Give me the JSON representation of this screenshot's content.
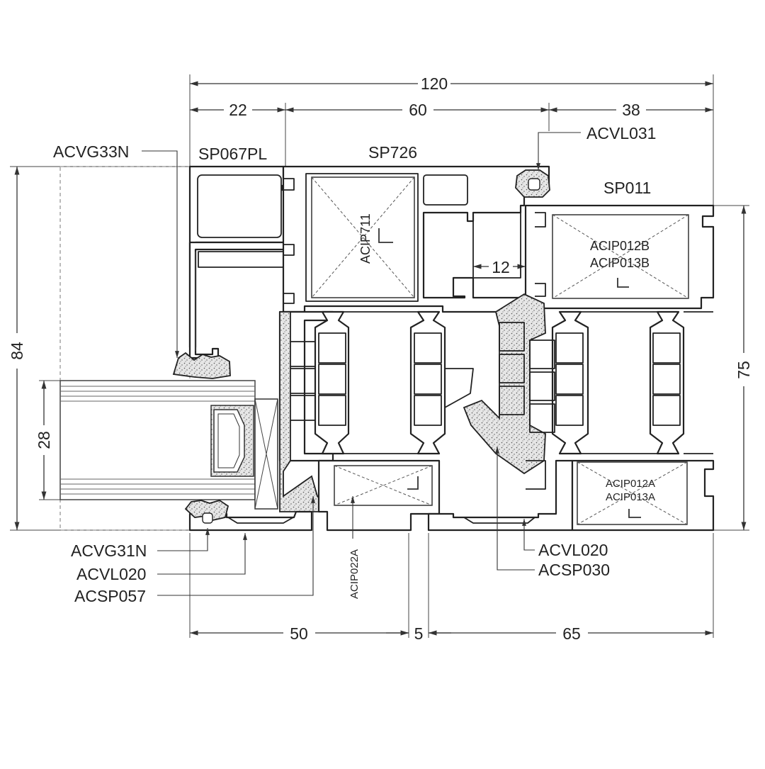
{
  "dimensions": {
    "total_width": "120",
    "left_width": "22",
    "middle_width": "60",
    "right_width": "38",
    "height_left": "84",
    "glass_thickness": "28",
    "height_right": "75",
    "gap": "12",
    "bottom_left": "50",
    "bottom_gap": "5",
    "bottom_right": "65"
  },
  "parts": {
    "acvg33n": "ACVG33N",
    "sp067pl": "SP067PL",
    "sp726": "SP726",
    "acvl031": "ACVL031",
    "sp011": "SP011",
    "acip711": "ACIP711",
    "acip012b": "ACIP012B",
    "acip013b": "ACIP013B",
    "acip012a": "ACIP012A",
    "acip013a": "ACIP013A",
    "acip022a": "ACIP022A",
    "acvg31n": "ACVG31N",
    "acvl020_left": "ACVL020",
    "acsp057": "ACSP057",
    "acvl020_right": "ACVL020",
    "acsp030": "ACSP030"
  }
}
